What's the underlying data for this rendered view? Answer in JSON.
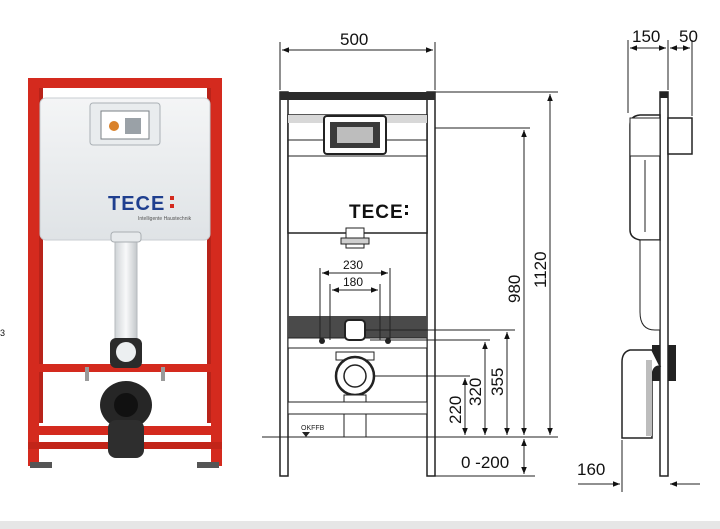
{
  "product_photo": {
    "brand": "TECE",
    "tagline": "Intelligente Haustechnik"
  },
  "front_drawing": {
    "brand": "TECE",
    "floor_label": "OKFFB",
    "dimensions": {
      "width": "500",
      "outlet_spacing_outer": "230",
      "outlet_spacing_inner": "180",
      "height_980": "980",
      "height_1120": "1120",
      "height_355": "355",
      "height_320": "320",
      "height_220": "220",
      "floor_adjust": "0 -200"
    }
  },
  "side_drawing": {
    "dimensions": {
      "depth_150": "150",
      "depth_50": "50",
      "foot_160": "160"
    }
  },
  "edge_marks": {
    "left_clip": "3"
  }
}
